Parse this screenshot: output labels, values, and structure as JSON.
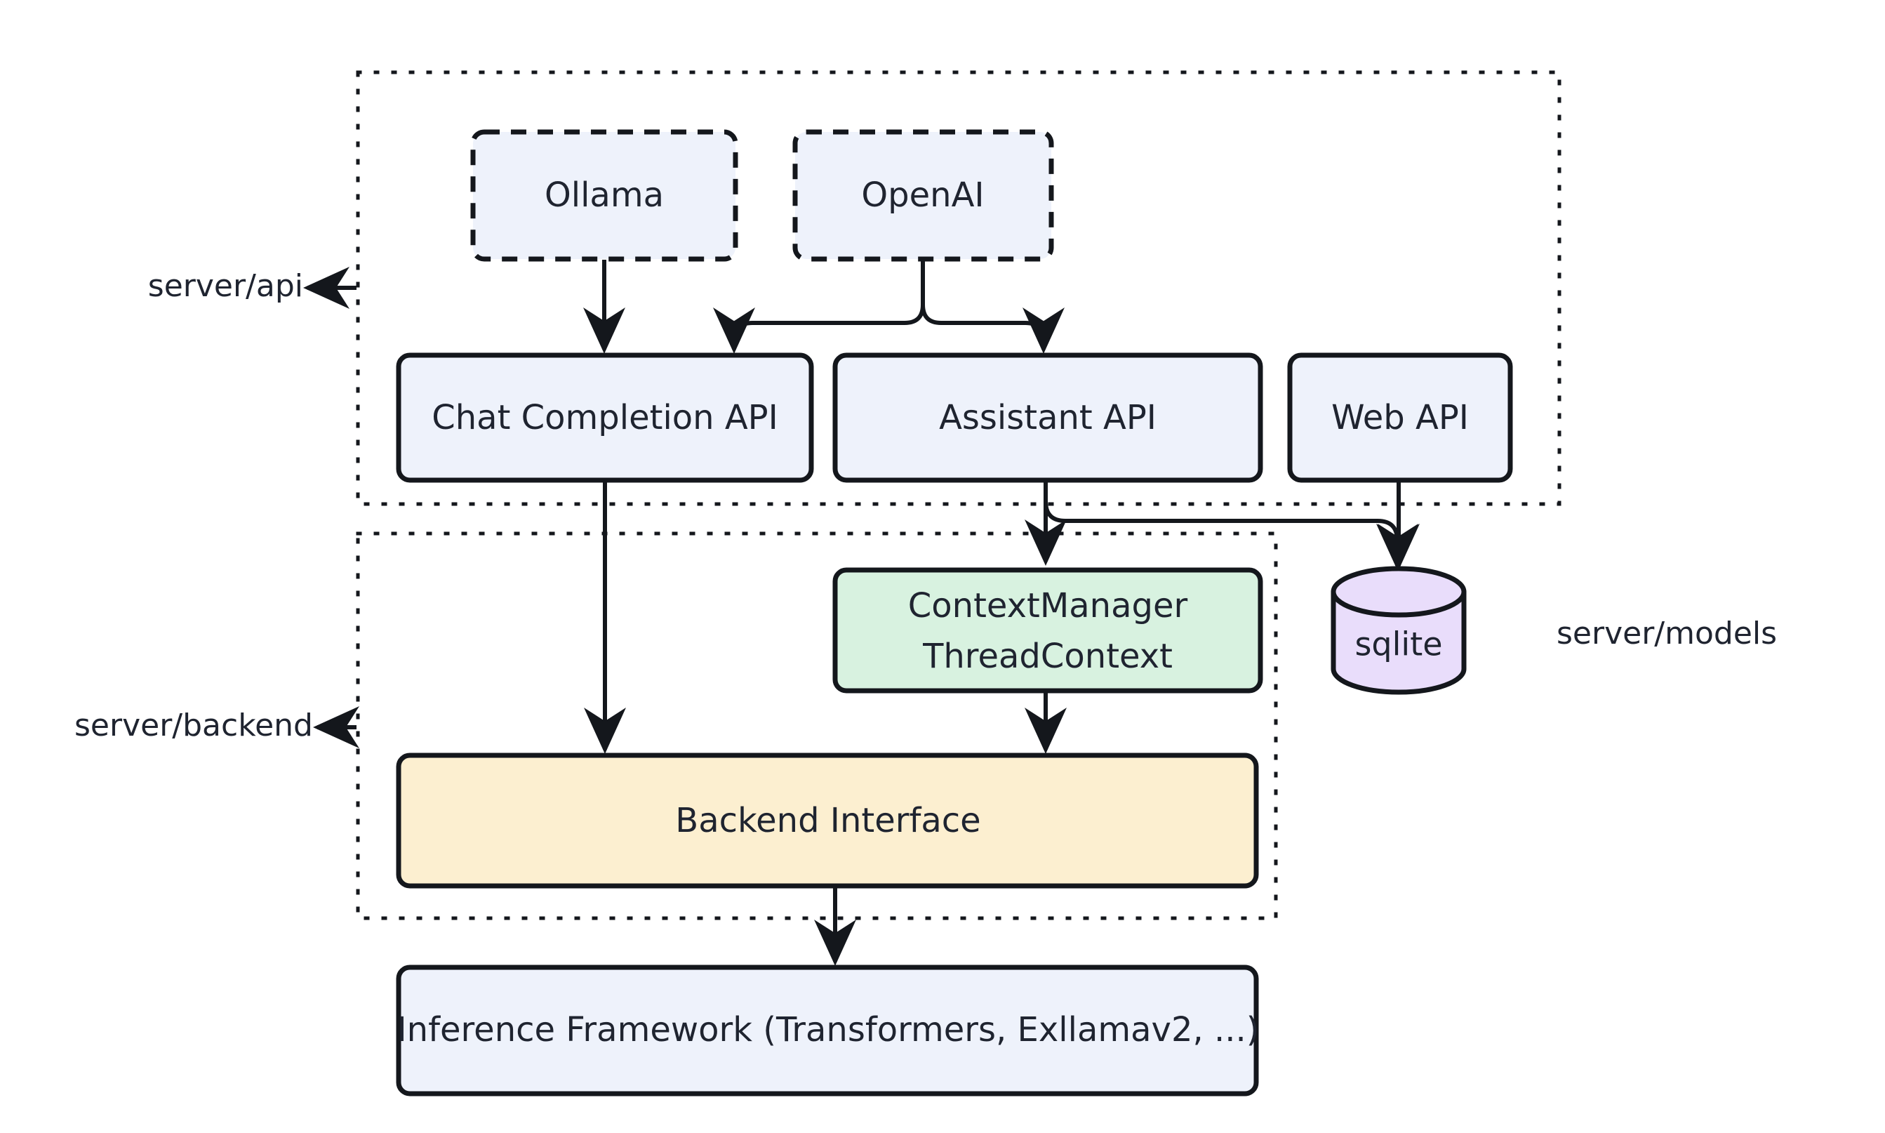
{
  "diagram": {
    "title": "Server architecture layering",
    "background": "#ffffff",
    "stroke_color": "#14171c",
    "text_color": "#1f2430",
    "groups": [
      {
        "id": "api",
        "label": "server/api",
        "style": "dotted",
        "arrow": "left-arrow"
      },
      {
        "id": "backend",
        "label": "server/backend",
        "style": "dotted",
        "arrow": "left-arrow"
      },
      {
        "id": "models",
        "label": "server/models",
        "style": "plain",
        "arrow": "none"
      }
    ],
    "nodes": [
      {
        "id": "ollama",
        "label": "Ollama",
        "shape": "rounded-rect",
        "border": "dashed",
        "fill": "#eef2fb"
      },
      {
        "id": "openai",
        "label": "OpenAI",
        "shape": "rounded-rect",
        "border": "dashed",
        "fill": "#eef2fb"
      },
      {
        "id": "chat_completion_api",
        "label": "Chat Completion API",
        "shape": "rounded-rect",
        "border": "solid",
        "fill": "#eef2fb"
      },
      {
        "id": "assistant_api",
        "label": "Assistant API",
        "shape": "rounded-rect",
        "border": "solid",
        "fill": "#eef2fb"
      },
      {
        "id": "web_api",
        "label": "Web API",
        "shape": "rounded-rect",
        "border": "solid",
        "fill": "#eef2fb"
      },
      {
        "id": "context_manager",
        "label_line1": "ContextManager",
        "label_line2": "ThreadContext",
        "shape": "rounded-rect",
        "border": "solid",
        "fill": "#d8f2e0"
      },
      {
        "id": "sqlite",
        "label": "sqlite",
        "shape": "cylinder",
        "border": "solid",
        "fill": "#e9ddfb"
      },
      {
        "id": "backend_interface",
        "label": "Backend Interface",
        "shape": "rounded-rect",
        "border": "solid",
        "fill": "#fcefd0"
      },
      {
        "id": "inference_framework",
        "label": "Inference Framework (Transformers, Exllamav2, ...)",
        "shape": "rounded-rect",
        "border": "solid",
        "fill": "#eef2fb"
      }
    ],
    "edges": [
      {
        "from": "ollama",
        "to": "chat_completion_api",
        "arrow": "end"
      },
      {
        "from": "openai",
        "to": "chat_completion_api",
        "arrow": "end"
      },
      {
        "from": "openai",
        "to": "assistant_api",
        "arrow": "end"
      },
      {
        "from": "chat_completion_api",
        "to": "backend_interface",
        "arrow": "end"
      },
      {
        "from": "assistant_api",
        "to": "context_manager",
        "arrow": "end"
      },
      {
        "from": "assistant_api",
        "to": "sqlite",
        "arrow": "end"
      },
      {
        "from": "web_api",
        "to": "sqlite",
        "arrow": "end"
      },
      {
        "from": "context_manager",
        "to": "backend_interface",
        "arrow": "end"
      },
      {
        "from": "backend_interface",
        "to": "inference_framework",
        "arrow": "end"
      }
    ],
    "colors": {
      "blue_fill": "#eef2fb",
      "green_fill": "#d8f2e0",
      "purple_fill": "#e9ddfb",
      "yellow_fill": "#fcefd0",
      "stroke": "#14171c",
      "text": "#1f2430"
    }
  }
}
